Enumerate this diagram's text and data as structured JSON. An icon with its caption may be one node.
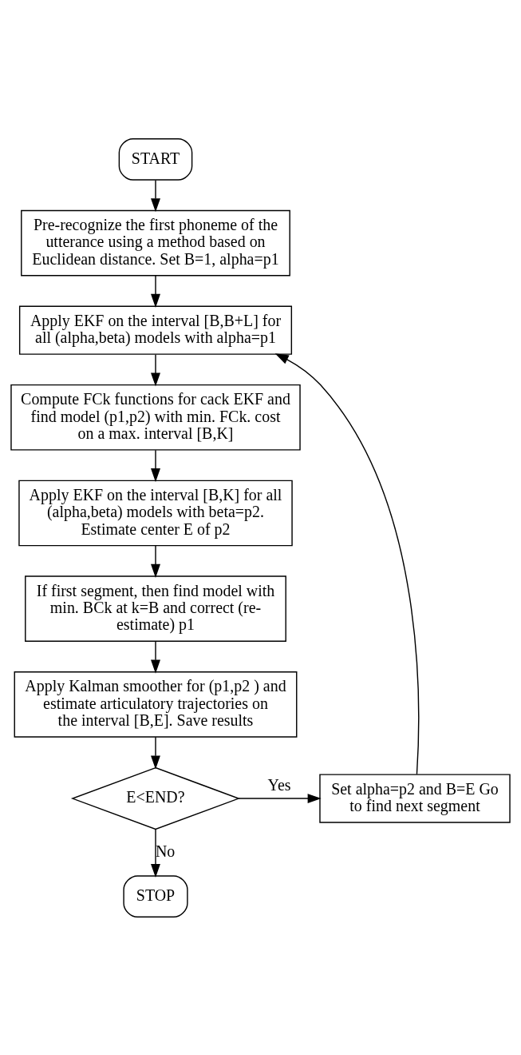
{
  "diagram": {
    "nodes": [
      {
        "text": [
          "START"
        ]
      },
      {
        "text": [
          "Pre-recognize the first phoneme of the utterance using a method based on Euclidean distance. Set B=1, alpha=p1"
        ]
      },
      {
        "text": [
          "Apply EKF on the interval [B,B+L] for all (alpha,beta) models with alpha=p1"
        ]
      },
      {
        "text": [
          "Compute FCk functions for cack EKF and find model (p1,p2) with min. FCk. cost on a max. interval [B,K]"
        ]
      },
      {
        "text": [
          "Apply EKF on the interval [B,K] for all (alpha,beta) models with beta=p2. Estimate center E of p2"
        ]
      },
      {
        "text": [
          "If first segment, then find model with min. BCk at k=B and correct (re-estimate) p1"
        ]
      },
      {
        "text": [
          "Apply Kalman smoother for (p1,p2 ) and estimate articulatory trajectories on the interval [B,E]. Save results"
        ]
      },
      {
        "text": [
          "E<END?"
        ]
      },
      {
        "text": [
          "Set alpha=p2 and B=E Go to find next segment"
        ]
      },
      {
        "text": [
          "STOP"
        ]
      }
    ],
    "edges": [
      {
        "from": 0,
        "to": 1,
        "arrow": "to"
      },
      {
        "from": 1,
        "to": 2,
        "arrow": "to"
      },
      {
        "from": 2,
        "to": 3,
        "arrow": "to"
      },
      {
        "from": 3,
        "to": 4,
        "arrow": "to"
      },
      {
        "from": 4,
        "to": 5,
        "arrow": "to"
      },
      {
        "from": 5,
        "to": 6,
        "arrow": "to"
      },
      {
        "from": 6,
        "to": 7,
        "arrow": "to"
      },
      {
        "from": 7,
        "to": 8,
        "arrow": "to",
        "label": "Yes"
      },
      {
        "from": 7,
        "to": 9,
        "arrow": "to",
        "label": "No"
      },
      {
        "from": 8,
        "to": 2,
        "arrow": "to"
      }
    ]
  }
}
